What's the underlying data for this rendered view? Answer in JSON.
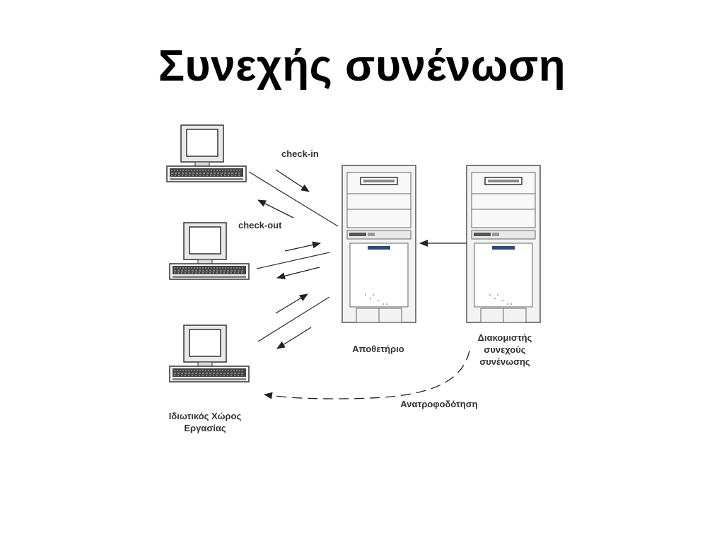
{
  "slide": {
    "title": "Συνεχής συνένωση"
  },
  "diagram": {
    "labels": {
      "check_in": "check-in",
      "check_out": "check-out",
      "repository": "Αποθετήριο",
      "server_line1": "Διακομιστής",
      "server_line2": "συνεχούς",
      "server_line3": "συνένωσης",
      "feedback": "Ανατροφοδότηση",
      "workspace_line1": "Ιδιωτικός Χώρος",
      "workspace_line2": "Εργασίας"
    },
    "nodes": [
      {
        "kind": "workstation",
        "name": "workstation-1"
      },
      {
        "kind": "workstation",
        "name": "workstation-2"
      },
      {
        "kind": "workstation",
        "name": "workstation-3"
      },
      {
        "kind": "server-tower",
        "name": "repository"
      },
      {
        "kind": "server-tower",
        "name": "ci-server"
      }
    ],
    "colors": {
      "line": "#333333",
      "tower_fill": "#f2f2f2",
      "tower_stroke": "#555555",
      "accent": "#2c4a7a"
    }
  }
}
